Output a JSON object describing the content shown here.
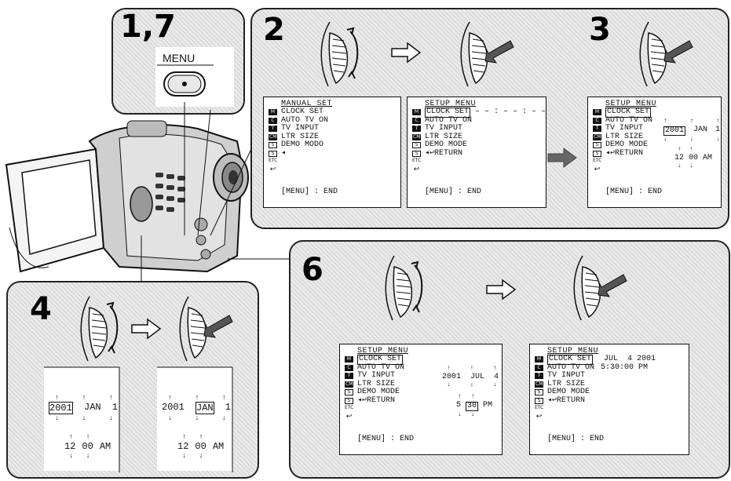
{
  "steps": {
    "s17": "1,7",
    "s2": "2",
    "s3": "3",
    "s4": "4",
    "s6": "6"
  },
  "menu_button_label": "MENU",
  "icons": {
    "manual": "M",
    "camera": "C",
    "tape": "T",
    "cm": "CM",
    "setup": "S",
    "etc": "ETC",
    "return_arrow": "↩"
  },
  "screen_manual": {
    "title": "MANUAL SET",
    "items": [
      "CLOCK SET",
      "AUTO TV ON",
      "TV INPUT",
      "LTR SIZE",
      "DEMO MODO"
    ],
    "end": "[MENU] : END"
  },
  "screen_setup2": {
    "title": "SETUP MENU",
    "items": [
      "CLOCK SET",
      "AUTO TV ON",
      "TV INPUT",
      "LTR SIZE",
      "DEMO MODE",
      "RETURN"
    ],
    "clock_value": "– – : – – : – –",
    "end": "[MENU] : END"
  },
  "screen_setup3": {
    "title": "SETUP MENU",
    "items": [
      "CLOCK SET",
      "AUTO TV ON",
      "TV INPUT",
      "LTR SIZE",
      "DEMO MODE",
      "RETURN"
    ],
    "date": [
      "2001",
      "JAN",
      "1"
    ],
    "time": [
      "12",
      "00",
      "AM"
    ],
    "end": "[MENU] : END"
  },
  "step4_left": {
    "date": [
      "2001",
      "JAN",
      "1"
    ],
    "time": [
      "12",
      "00",
      "AM"
    ]
  },
  "step4_right": {
    "date": [
      "2001",
      "JAN",
      "1"
    ],
    "time": [
      "12",
      "00",
      "AM"
    ]
  },
  "screen_setup6a": {
    "title": "SETUP MENU",
    "items": [
      "CLOCK SET",
      "AUTO TV ON",
      "TV INPUT",
      "LTR SIZE",
      "DEMO MODE",
      "RETURN"
    ],
    "date": [
      "2001",
      "JUL",
      "4"
    ],
    "time": [
      "5",
      "30",
      "PM"
    ],
    "end": "[MENU] : END"
  },
  "screen_setup6b": {
    "title": "SETUP MENU",
    "items": [
      "CLOCK SET",
      "AUTO TV ON",
      "TV INPUT",
      "LTR SIZE",
      "DEMO MODE",
      "RETURN"
    ],
    "date_line": "JUL  4 2001",
    "time_line": "5:30:00 PM",
    "end": "[MENU] : END"
  }
}
